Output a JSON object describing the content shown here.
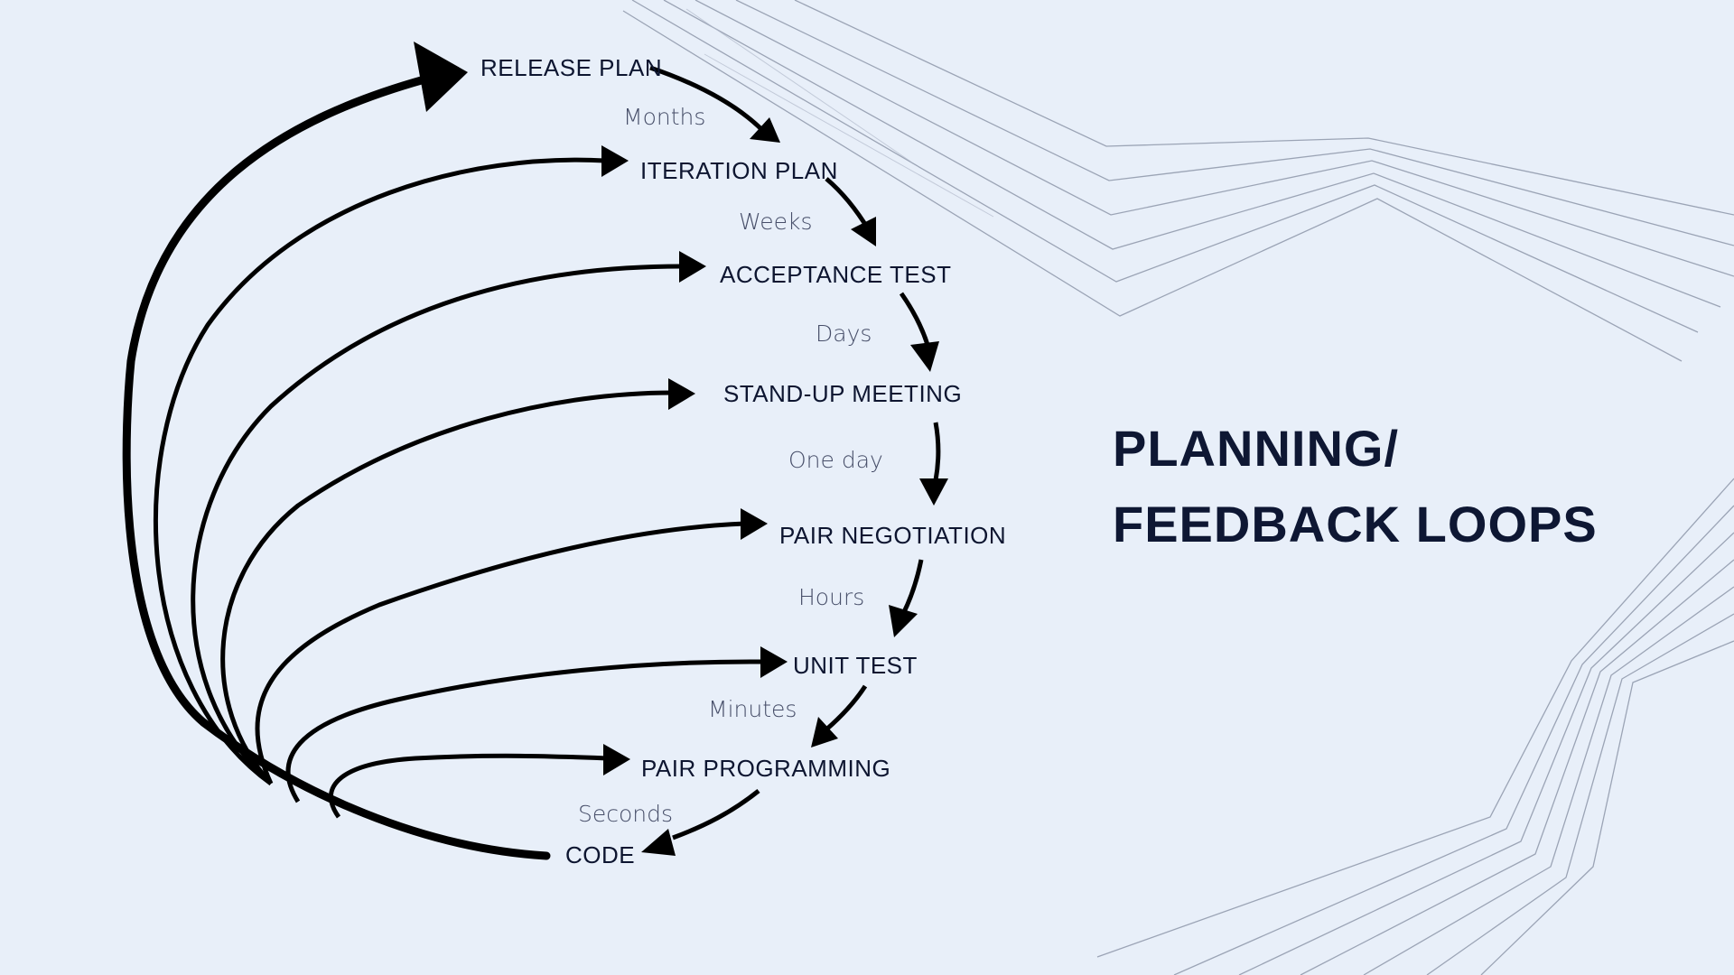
{
  "title": {
    "line1": "PLANNING/",
    "line2": "FEEDBACK LOOPS"
  },
  "loops": [
    {
      "activity": "RELEASE PLAN",
      "interval": "Months"
    },
    {
      "activity": "ITERATION PLAN",
      "interval": "Weeks"
    },
    {
      "activity": "ACCEPTANCE TEST",
      "interval": "Days"
    },
    {
      "activity": "STAND-UP MEETING",
      "interval": "One day"
    },
    {
      "activity": "PAIR NEGOTIATION",
      "interval": "Hours"
    },
    {
      "activity": "UNIT TEST",
      "interval": "Minutes"
    },
    {
      "activity": "PAIR PROGRAMMING",
      "interval": "Seconds"
    },
    {
      "activity": "CODE",
      "interval": ""
    }
  ],
  "colors": {
    "background": "#e8eff9",
    "ink": "#0d1530",
    "decoration": "#8e97aa"
  }
}
